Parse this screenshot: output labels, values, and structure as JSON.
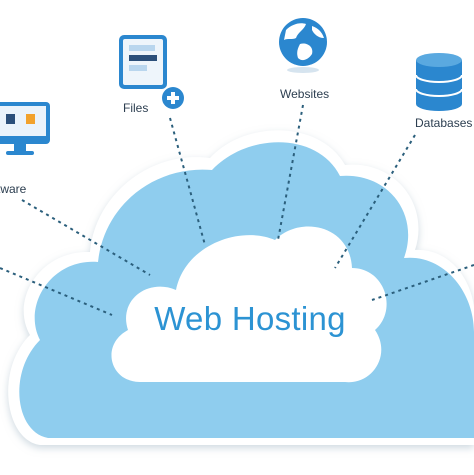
{
  "diagram": {
    "title": "Web Hosting",
    "nodes": {
      "software": "Software",
      "files": "Files",
      "websites": "Websites",
      "databases": "Databases"
    }
  },
  "colors": {
    "cloud_outer": "#8fcdee",
    "cloud_inner": "#ffffff",
    "title": "#2c93d3",
    "connector": "#2b5f7c",
    "icon_blue": "#2b87cf",
    "icon_teal": "#1f8ec2"
  }
}
